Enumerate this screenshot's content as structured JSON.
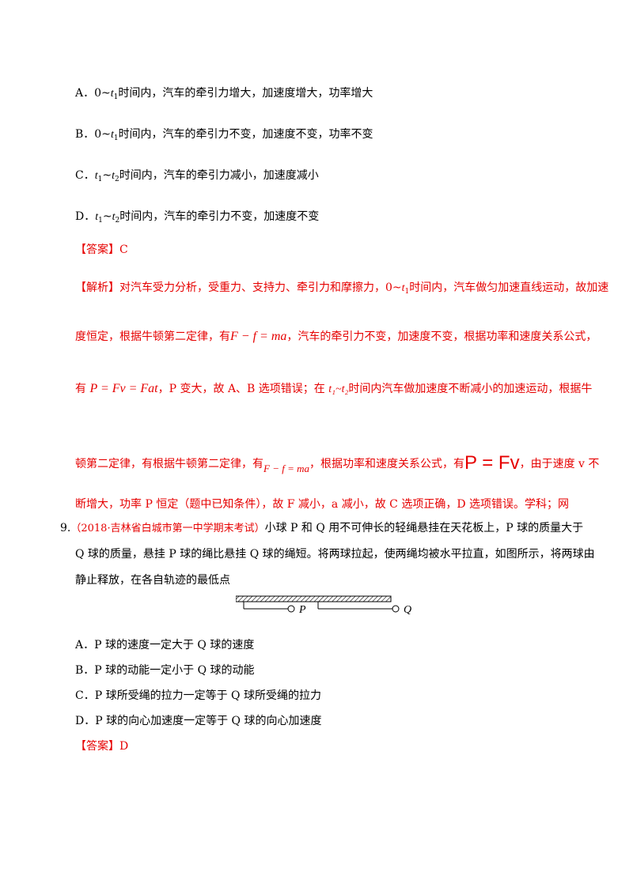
{
  "q8": {
    "optA": {
      "pre": "A．0~",
      "t": "t",
      "sub": "1",
      "post": "时间内，汽车的牵引力增大，加速度增大，功率增大"
    },
    "optB": {
      "pre": "B．0~",
      "t": "t",
      "sub": "1",
      "post": "时间内，汽车的牵引力不变，加速度不变，功率不变"
    },
    "optC": {
      "pre": "C．",
      "t1": "t",
      "s1": "1",
      "tilde": "~",
      "t2": "t",
      "s2": "2",
      "post": "时间内，汽车的牵引力减小，加速度减小"
    },
    "optD": {
      "pre": "D．",
      "t1": "t",
      "s1": "1",
      "tilde": "~",
      "t2": "t",
      "s2": "2",
      "post": "时间内，汽车的牵引力不变，加速度不变"
    },
    "answer": "【答案】C",
    "analysis": {
      "l1": {
        "pre": "【解析】对汽车受力分析，受重力、支持力、牵引力和摩擦力，0~",
        "t": "t",
        "sub": "1",
        "post": "时间内，汽车做匀加速直线运动，故加速"
      },
      "l2": {
        "pre": "度恒定，根据牛顿第二定律，有",
        "eq": "F − f = ma",
        "post": "，汽车的牵引力不变，加速度不变，根据功率和速度关系公式，"
      },
      "l3": {
        "pre": "有",
        "eq": "P = Fv = Fat",
        "mid": "，P 变大，故 A、B 选项错误；在 ",
        "r": "t₁~t₂",
        "post": "时间内汽车做加速度不断减小的加速运动，根据牛"
      },
      "l4": {
        "pre": "顿第二定律，有根据牛顿第二定律，有",
        "eq": "F − f = ma",
        "mid": "，根据功率和速度关系公式，有",
        "eq2": "P = Fv",
        "post": "，由于速度 v 不"
      },
      "l5": "断增大，功率 P 恒定（题中已知条件），故 F 减小，a 减小，故 C 选项正确，D 选项错误。学科；网"
    }
  },
  "q9": {
    "number": "9.",
    "source": "（2018·吉林省白城市第一中学期末考试）",
    "stem1": "小球 P 和 Q 用不可伸长的轻绳悬挂在天花板上，P 球的质量大于",
    "stem2": "Q 球的质量，悬挂 P 球的绳比悬挂 Q 球的绳短。将两球拉起，使两绳均被水平拉直，如图所示，将两球由",
    "stem3": "静止释放，在各自轨迹的最低点",
    "figure": {
      "labelP": "P",
      "labelQ": "Q"
    },
    "optA": "A．P 球的速度一定大于 Q 球的速度",
    "optB": "B．P 球的动能一定小于 Q 球的动能",
    "optC": "C．P 球所受绳的拉力一定等于 Q 球所受绳的拉力",
    "optD": "D．P 球的向心加速度一定等于 Q 球的向心加速度",
    "answer": "【答案】D"
  },
  "colors": {
    "red": "#e60000",
    "black": "#000000"
  }
}
